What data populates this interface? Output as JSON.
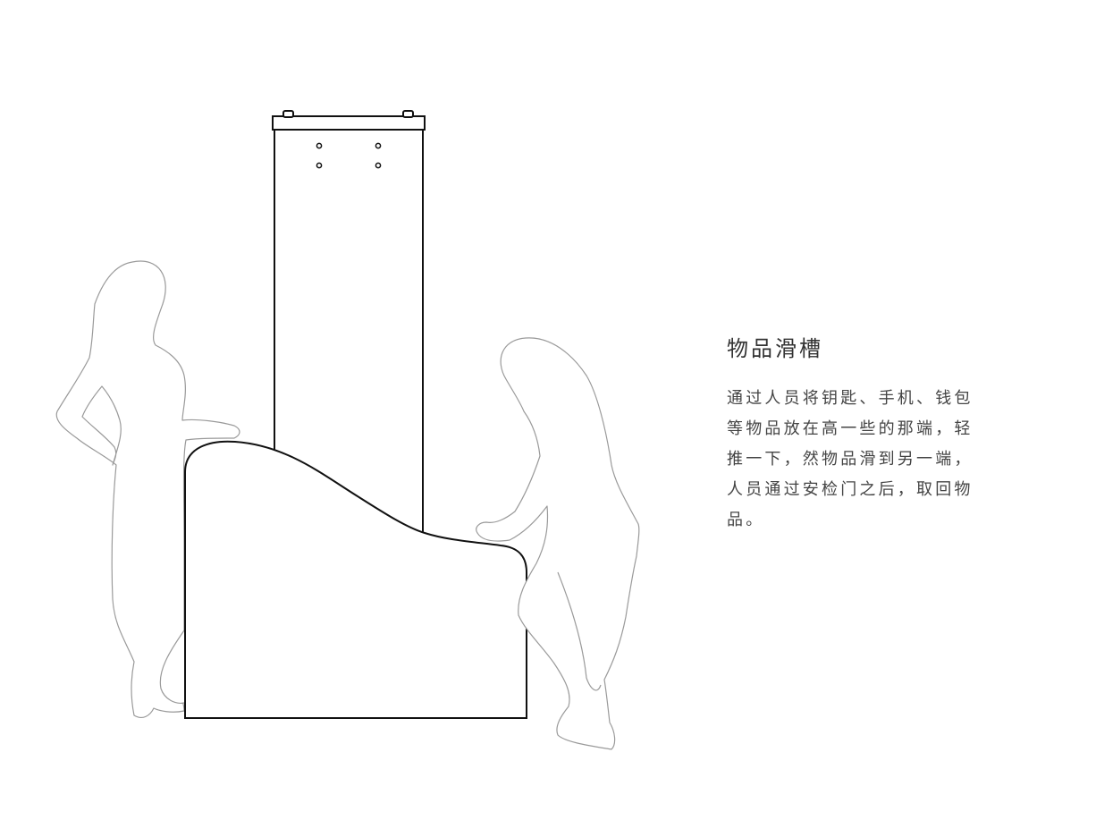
{
  "caption": {
    "title": "物品滑槽",
    "description": "通过人员将钥匙、手机、钱包等物品放在高一些的那端，轻推一下，然物品滑到另一端，人员通过安检门之后，取回物品。"
  },
  "colors": {
    "background": "#ffffff",
    "product_stroke": "#111111",
    "figure_stroke": "#9a9a9a",
    "title_text": "#333333",
    "body_text": "#444444"
  },
  "icons": {
    "left_figure": "woman-silhouette-outline",
    "right_figure": "woman-silhouette-outline"
  }
}
